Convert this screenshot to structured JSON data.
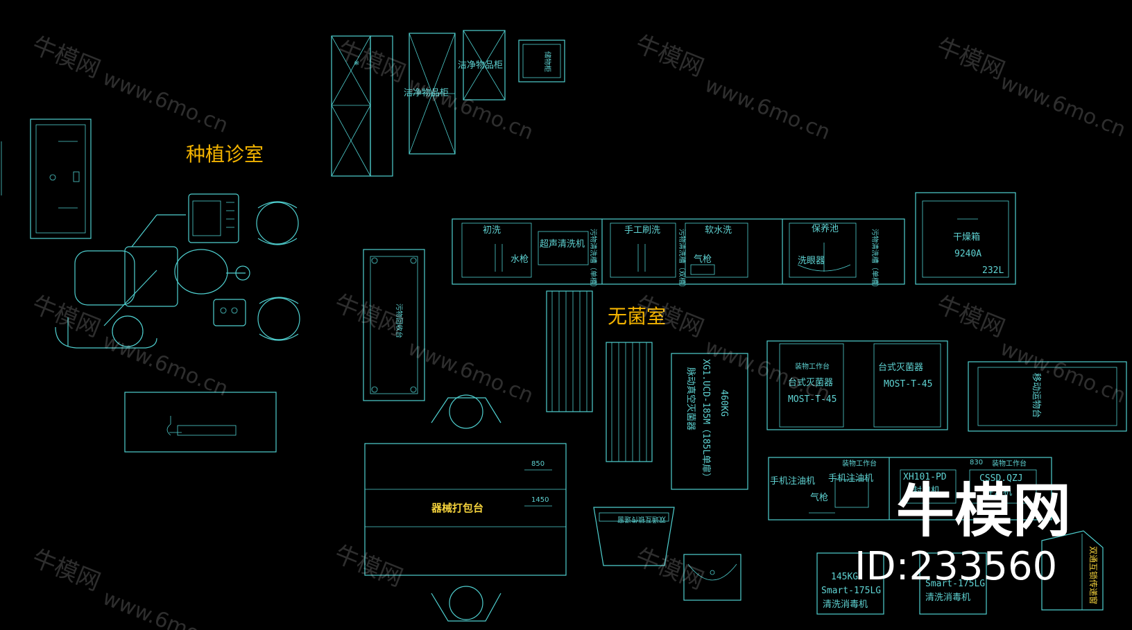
{
  "rooms": {
    "implant": "种植诊室",
    "sterile": "无菌室"
  },
  "labels": {
    "clean_cabinet_1": "洁净物品柜",
    "clean_cabinet_2": "洁净物品柜",
    "storage_small": "储物柜",
    "cab_tall_mark": "※",
    "initial_wash": "初洗",
    "water_gun": "水枪",
    "ultrasonic": "超声清洗机",
    "dirty_sink_1": "污物清洗槽（单槽）",
    "manual_brush": "手工刷洗",
    "dirty_sink_2": "污物清洗槽（双槽）",
    "soft_rinse": "软水洗",
    "air_gun_1": "气枪",
    "maintenance_pool": "保养池",
    "eyewash": "洗眼器",
    "dirty_sink_3": "污物清洗槽（单槽）",
    "dryer_title": "干燥箱",
    "dryer_model": "9240A",
    "dryer_volume": "232L",
    "dirty_receiving": "污物回收台",
    "vacuum_sterilizer": "脉动真空灭菌器",
    "vacuum_model": "XG1.UCD-185M（185L单扉）",
    "vacuum_weight": "460KG",
    "bench_work_1": "装物工作台",
    "tabletop_sterilizer_1": "台式灭菌器",
    "tabletop_model_1": "MOST-T-45",
    "tabletop_sterilizer_2": "台式灭菌器",
    "tabletop_model_2": "MOST-T-45",
    "mobile_cart": "移动运物台",
    "packing_table": "器械打包台",
    "pass_window_1": "双通互锁传递窗",
    "handpiece_oil_1": "手机注油机",
    "bench_work_2": "装物工作台",
    "handpiece_oil_2": "手机注油机",
    "air_gun_2": "气枪",
    "sealer_model": "XH101-PD",
    "sealer": "封口机",
    "bench_work_3": "装物工作台",
    "cssd": "CSSD.QZJ",
    "cssd_sub": "注油机",
    "washer_weight": "145KG",
    "washer_model_1": "Smart-175LG",
    "washer_name_1": "清洗消毒机",
    "washer_model_2": "Smart-175LG",
    "washer_name_2": "清洗消毒机",
    "pass_window_2": "双通互锁传递窗",
    "dim_a": "850",
    "dim_b": "1450",
    "dim_c": "830"
  },
  "watermarks": {
    "brand": "牛模网",
    "url": "www.6mo.cn",
    "logo": "牛模网",
    "id": "ID:233560"
  },
  "colors": {
    "background": "#000000",
    "line": "#4fd0d0",
    "room_label": "#f4b400",
    "yellow_label": "#f4d23c"
  }
}
